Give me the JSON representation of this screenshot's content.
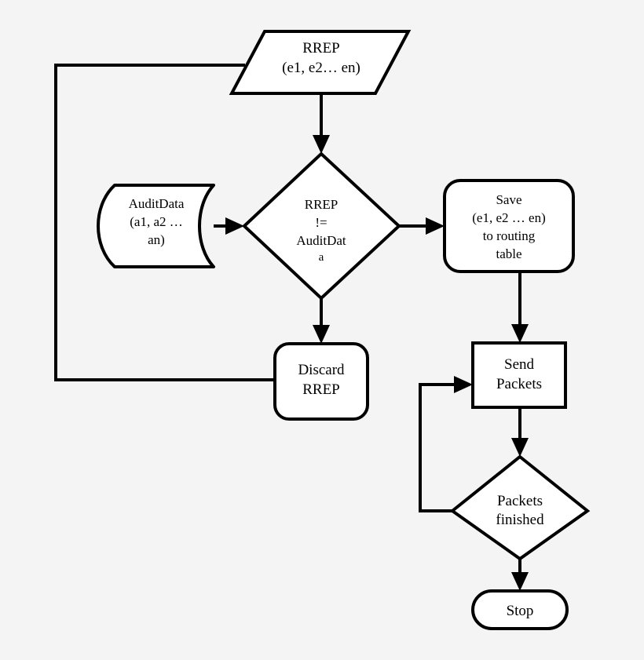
{
  "diagram": {
    "title": "RREP verification and packet forwarding flowchart",
    "background_color": "#f4f4f4",
    "stroke_color": "#000000",
    "fill_color": "#ffffff"
  },
  "nodes": {
    "rrep_input": {
      "shape": "parallelogram",
      "kind": "input-output",
      "lines": [
        "RREP",
        "(e1, e2… en)"
      ]
    },
    "audit_data": {
      "shape": "stored-data",
      "kind": "data-store",
      "lines": [
        "AuditData",
        "(a1, a2 …",
        "an)"
      ]
    },
    "decision_compare": {
      "shape": "diamond",
      "kind": "decision",
      "lines": [
        "RREP",
        "!=",
        "AuditDat",
        "a"
      ]
    },
    "save_routing": {
      "shape": "rounded-rectangle",
      "kind": "process",
      "lines": [
        "Save",
        "(e1, e2 … en)",
        "to routing",
        "table"
      ]
    },
    "discard_rrep": {
      "shape": "rounded-rectangle",
      "kind": "process",
      "lines": [
        "Discard",
        "RREP"
      ]
    },
    "send_packets": {
      "shape": "rectangle",
      "kind": "process",
      "lines": [
        "Send",
        "Packets"
      ]
    },
    "decision_packets_finished": {
      "shape": "diamond",
      "kind": "decision",
      "lines": [
        "Packets",
        "finished"
      ]
    },
    "stop_terminator": {
      "shape": "stadium",
      "kind": "terminator",
      "lines": [
        "Stop"
      ]
    }
  },
  "connectors": [
    {
      "id": "rrep-to-decision",
      "from": "rrep_input",
      "to": "decision_compare",
      "arrow": true
    },
    {
      "id": "auditdata-to-decision",
      "from": "audit_data",
      "to": "decision_compare",
      "arrow": true
    },
    {
      "id": "decision-to-save",
      "from": "decision_compare",
      "to": "save_routing",
      "arrow": true
    },
    {
      "id": "decision-to-discard",
      "from": "decision_compare",
      "to": "discard_rrep",
      "arrow": true
    },
    {
      "id": "discard-to-rrep-loop",
      "from": "discard_rrep",
      "to": "rrep_input",
      "arrow": false
    },
    {
      "id": "save-to-send",
      "from": "save_routing",
      "to": "send_packets",
      "arrow": true
    },
    {
      "id": "send-to-packetsfinished",
      "from": "send_packets",
      "to": "decision_packets_finished",
      "arrow": true
    },
    {
      "id": "packetsfinished-loop-to-send",
      "from": "decision_packets_finished",
      "to": "send_packets",
      "arrow": true
    },
    {
      "id": "packetsfinished-to-stop",
      "from": "decision_packets_finished",
      "to": "stop_terminator",
      "arrow": true
    }
  ]
}
